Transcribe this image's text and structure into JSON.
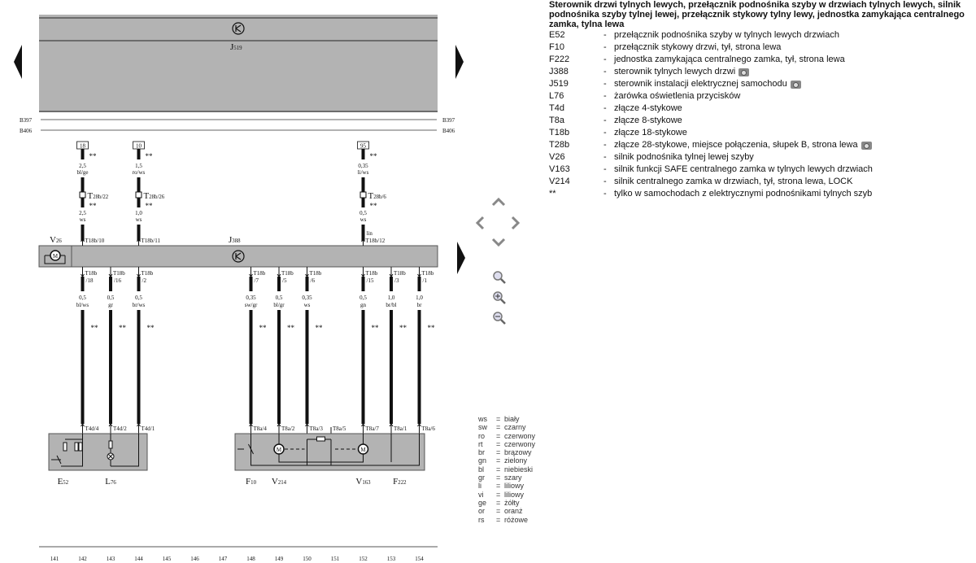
{
  "diagram": {
    "top_unit": {
      "label": "J",
      "sub": "519"
    },
    "buses": [
      "B397",
      "B406"
    ],
    "control_unit": {
      "label": "J",
      "sub": "388"
    },
    "motor_unit": {
      "label": "V",
      "sub": "26"
    },
    "top_wires": [
      {
        "col": 142,
        "terminal": "18",
        "mark": "**",
        "gauge1": "2,5",
        "color1": "bl/ge",
        "connector": "T",
        "connector_sub": "28b/22",
        "mark2": "**",
        "gauge2": "2,5",
        "color2": "ws",
        "pin": "T18b/10",
        "extra": ""
      },
      {
        "col": 144,
        "terminal": "10",
        "mark": "**",
        "gauge1": "1,5",
        "color1": "ro/ws",
        "connector": "T",
        "connector_sub": "28b/26",
        "mark2": "**",
        "gauge2": "1,0",
        "color2": "ws",
        "pin": "T18b/11",
        "extra": ""
      },
      {
        "col": 152,
        "terminal": "95",
        "mark": "**",
        "gauge1": "0,35",
        "color1": "li/ws",
        "connector": "T",
        "connector_sub": "28b/6",
        "mark2": "**",
        "gauge2": "0,5",
        "color2": "ws",
        "pin": "T18b/12",
        "extra": "lin"
      }
    ],
    "bottom_wires": [
      {
        "col": 142,
        "pin1": "T18b",
        "pin2": "/18",
        "gauge": "0,5",
        "color": "bl/ws",
        "mark": "**",
        "end_pin": "T4d/4"
      },
      {
        "col": 143,
        "pin1": "T18b",
        "pin2": "/16",
        "gauge": "0,5",
        "color": "gr",
        "mark": "**",
        "end_pin": "T4d/2"
      },
      {
        "col": 144,
        "pin1": "T18b",
        "pin2": "/2",
        "gauge": "0,5",
        "color": "br/ws",
        "mark": "**",
        "end_pin": "T4d/1"
      },
      {
        "col": 148,
        "pin1": "T18b",
        "pin2": "/7",
        "gauge": "0,35",
        "color": "sw/gr",
        "mark": "**",
        "end_pin": "T8a/4"
      },
      {
        "col": 149,
        "pin1": "T18b",
        "pin2": "/5",
        "gauge": "0,5",
        "color": "bl/gr",
        "mark": "**",
        "end_pin": "T8a/2"
      },
      {
        "col": 150,
        "pin1": "T18b",
        "pin2": "/6",
        "gauge": "0,35",
        "color": "ws",
        "mark": "**",
        "end_pin": "T8a/3"
      },
      {
        "col": 152,
        "pin1": "T18b",
        "pin2": "/15",
        "gauge": "0,5",
        "color": "gn",
        "mark": "**",
        "end_pin": "T8a/7"
      },
      {
        "col": 153,
        "pin1": "T18b",
        "pin2": "/3",
        "gauge": "1,0",
        "color": "br/bl",
        "mark": "**",
        "end_pin": "T8a/1"
      },
      {
        "col": 154,
        "pin1": "T18b",
        "pin2": "/1",
        "gauge": "1,0",
        "color": "br",
        "mark": "**",
        "end_pin": "T8a/6"
      }
    ],
    "spare_pin": "T8a/5",
    "components": [
      {
        "col": 141.3,
        "label": "E",
        "sub": "52"
      },
      {
        "col": 143,
        "label": "L",
        "sub": "76"
      },
      {
        "col": 148,
        "label": "F",
        "sub": "10"
      },
      {
        "col": 149,
        "label": "V",
        "sub": "214"
      },
      {
        "col": 152,
        "label": "V",
        "sub": "163"
      },
      {
        "col": 153.3,
        "label": "F",
        "sub": "222"
      }
    ],
    "columns": [
      "141",
      "142",
      "143",
      "144",
      "145",
      "146",
      "147",
      "148",
      "149",
      "150",
      "151",
      "152",
      "153",
      "154"
    ]
  },
  "legend": {
    "title": "Sterownik drzwi tylnych lewych, przełącznik podnośnika szyby w drzwiach tylnych lewych, silnik podnośnika szyby tylnej lewej, przełącznik stykowy tylny lewy, jednostka zamykająca centralnego zamka, tylna lewa",
    "items": [
      {
        "code": "E52",
        "text": "przełącznik podnośnika szyby w tylnych lewych drzwiach",
        "camera": false
      },
      {
        "code": "F10",
        "text": "przełącznik stykowy drzwi, tył, strona lewa",
        "camera": false
      },
      {
        "code": "F222",
        "text": "jednostka zamykająca centralnego zamka, tył, strona lewa",
        "camera": false
      },
      {
        "code": "J388",
        "text": "sterownik tylnych lewych drzwi",
        "camera": true
      },
      {
        "code": "J519",
        "text": "sterownik instalacji elektrycznej samochodu",
        "camera": true
      },
      {
        "code": "L76",
        "text": "żarówka oświetlenia przycisków",
        "camera": false
      },
      {
        "code": "T4d",
        "text": "złącze 4-stykowe",
        "camera": false
      },
      {
        "code": "T8a",
        "text": "złącze 8-stykowe",
        "camera": false
      },
      {
        "code": "T18b",
        "text": "złącze 18-stykowe",
        "camera": false
      },
      {
        "code": "T28b",
        "text": "złącze 28-stykowe, miejsce połączenia, słupek B, strona lewa",
        "camera": true
      },
      {
        "code": "V26",
        "text": "silnik podnośnika tylnej lewej szyby",
        "camera": false
      },
      {
        "code": "V163",
        "text": "silnik funkcji SAFE centralnego zamka w tylnych lewych drzwiach",
        "camera": false
      },
      {
        "code": "V214",
        "text": "silnik centralnego zamka w drzwiach, tył, strona lewa, LOCK",
        "camera": false
      },
      {
        "code": "**",
        "text": "tylko w samochodach z elektrycznymi podnośnikami tylnych szyb",
        "camera": false
      }
    ],
    "dash": "-"
  },
  "color_codes": [
    {
      "k": "ws",
      "v": "biały"
    },
    {
      "k": "sw",
      "v": "czarny"
    },
    {
      "k": "ro",
      "v": "czerwony"
    },
    {
      "k": "rt",
      "v": "czerwony"
    },
    {
      "k": "br",
      "v": "brązowy"
    },
    {
      "k": "gn",
      "v": "zielony"
    },
    {
      "k": "bl",
      "v": "niebieski"
    },
    {
      "k": "gr",
      "v": "szary"
    },
    {
      "k": "li",
      "v": "liliowy"
    },
    {
      "k": "vi",
      "v": "liliowy"
    },
    {
      "k": "ge",
      "v": "żółty"
    },
    {
      "k": "or",
      "v": "oranż"
    },
    {
      "k": "rs",
      "v": "różowe"
    }
  ],
  "color_eq": "=",
  "navigation": {
    "icons": [
      "prev-page-icon",
      "next-page-icon",
      "pan-up-icon",
      "pan-left-icon",
      "pan-right-icon",
      "pan-down-icon",
      "zoom-fit-icon",
      "zoom-in-icon",
      "zoom-out-icon"
    ],
    "ui_gray": "#b3b3b3"
  }
}
